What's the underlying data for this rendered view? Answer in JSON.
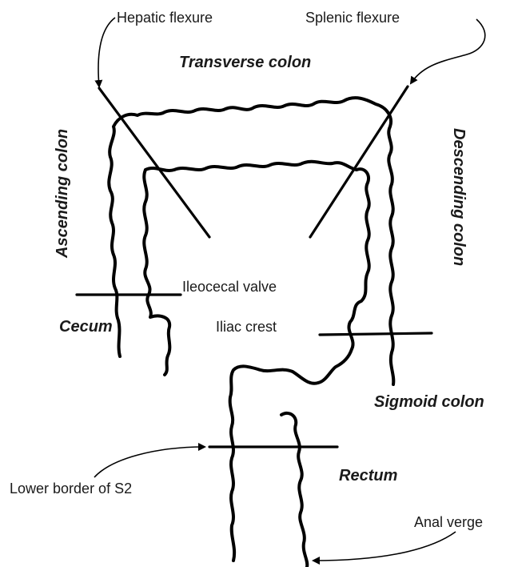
{
  "labels": {
    "hepatic_flexure": "Hepatic flexure",
    "splenic_flexure": "Splenic flexure",
    "transverse_colon": "Transverse colon",
    "ascending_colon": "Ascending colon",
    "descending_colon": "Descending colon",
    "ileocecal_valve": "Ileocecal valve",
    "cecum": "Cecum",
    "iliac_crest": "Iliac crest",
    "sigmoid_colon": "Sigmoid colon",
    "lower_border_s2": "Lower border of S2",
    "rectum": "Rectum",
    "anal_verge": "Anal verge"
  }
}
